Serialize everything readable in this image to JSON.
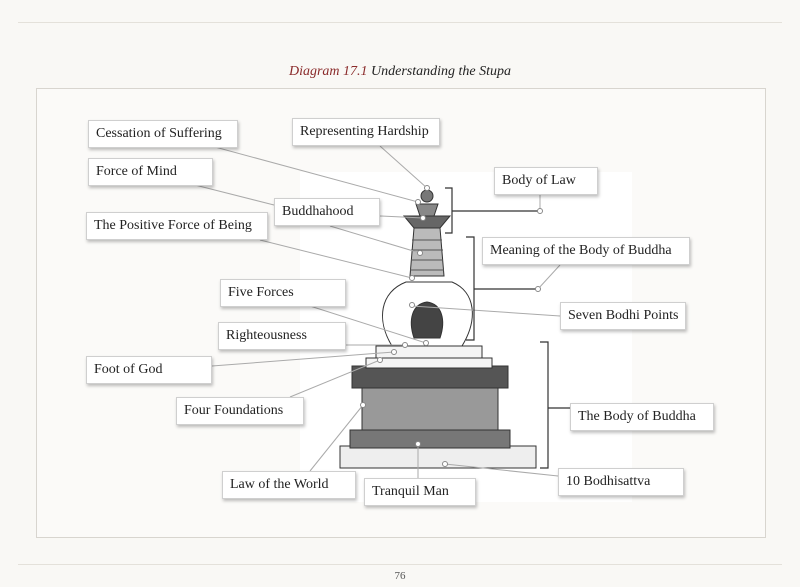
{
  "caption": {
    "number": "Diagram 17.1",
    "title": "Understanding the Stupa"
  },
  "labels": {
    "cessation": "Cessation of Suffering",
    "hardship": "Representing Hardship",
    "force_mind": "Force of Mind",
    "buddhahood": "Buddhahood",
    "positive_force": "The Positive Force of Being",
    "body_law": "Body of Law",
    "meaning_body": "Meaning of the Body of Buddha",
    "five_forces": "Five Forces",
    "seven_bodhi": "Seven Bodhi Points",
    "righteousness": "Righteousness",
    "foot_god": "Foot of God",
    "four_foundations": "Four Foundations",
    "body_buddha": "The Body of Buddha",
    "law_world": "Law of the World",
    "tranquil": "Tranquil Man",
    "bodhisattva": "10 Bodhisattva"
  },
  "page_number": "76"
}
